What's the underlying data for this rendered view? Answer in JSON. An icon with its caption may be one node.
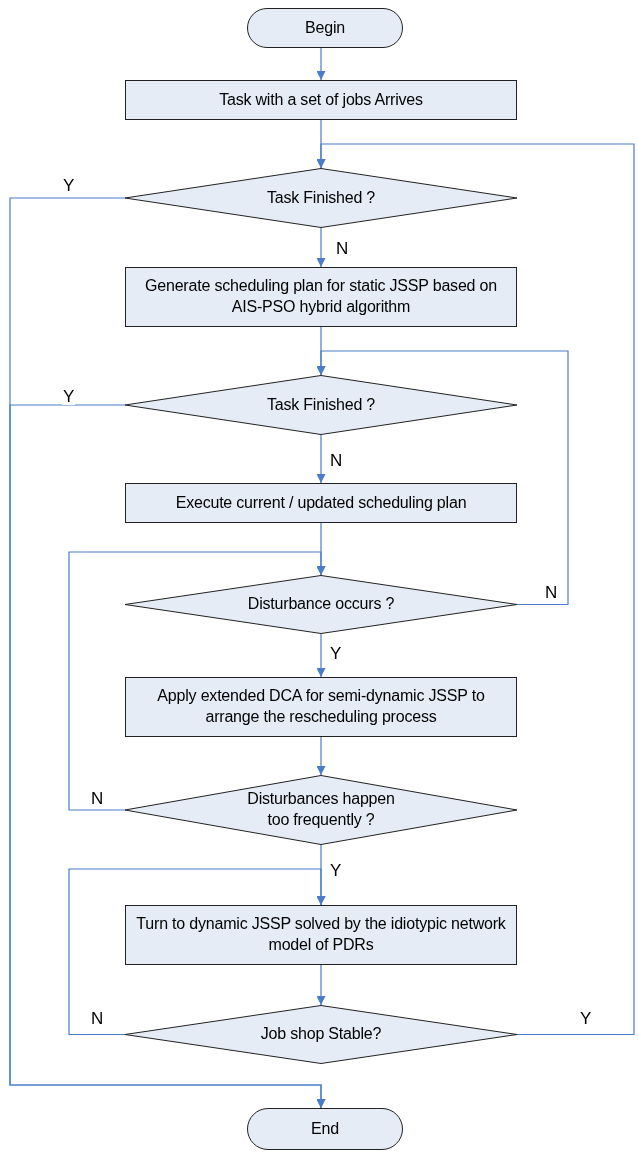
{
  "diagram": {
    "nodes": [
      {
        "text": [
          "Begin"
        ]
      },
      {
        "text": [
          "Task with a set of jobs Arrives"
        ]
      },
      {
        "text": [
          "Task Finished ?"
        ]
      },
      {
        "text": [
          "Generate scheduling plan for static JSSP based on AIS-PSO hybrid algorithm"
        ]
      },
      {
        "text": [
          "Task Finished ?"
        ]
      },
      {
        "text": [
          "Execute current / updated scheduling plan"
        ]
      },
      {
        "text": [
          "Disturbance occurs ?"
        ]
      },
      {
        "text": [
          "Apply extended DCA for semi-dynamic JSSP to arrange the rescheduling process"
        ]
      },
      {
        "text": [
          "Disturbances happen too frequently ?"
        ]
      },
      {
        "text": [
          "Turn to dynamic JSSP solved by the idiotypic network model of PDRs"
        ]
      },
      {
        "text": [
          "Job shop Stable?"
        ]
      },
      {
        "text": [
          "End"
        ]
      }
    ],
    "edges": [
      {
        "from": 0,
        "to": 1,
        "arrow": "to"
      },
      {
        "from": 1,
        "to": 2,
        "arrow": "to"
      },
      {
        "from": 2,
        "to": 3,
        "arrow": "to",
        "label": "N"
      },
      {
        "from": 2,
        "to": 11,
        "arrow": "to",
        "label": "Y"
      },
      {
        "from": 3,
        "to": 4,
        "arrow": "to"
      },
      {
        "from": 4,
        "to": 11,
        "arrow": "to",
        "label": "Y"
      },
      {
        "from": 4,
        "to": 5,
        "arrow": "to",
        "label": "N"
      },
      {
        "from": 5,
        "to": 6,
        "arrow": "to"
      },
      {
        "from": 6,
        "to": 7,
        "arrow": "to",
        "label": "Y"
      },
      {
        "from": 6,
        "to": 4,
        "arrow": "to",
        "label": "N"
      },
      {
        "from": 7,
        "to": 8,
        "arrow": "to"
      },
      {
        "from": 8,
        "to": 6,
        "arrow": "to",
        "label": "N"
      },
      {
        "from": 8,
        "to": 9,
        "arrow": "to",
        "label": "Y"
      },
      {
        "from": 9,
        "to": 10,
        "arrow": "to"
      },
      {
        "from": 10,
        "to": 9,
        "arrow": "to",
        "label": "N"
      },
      {
        "from": 10,
        "to": 2,
        "arrow": "to",
        "label": "Y"
      }
    ]
  }
}
